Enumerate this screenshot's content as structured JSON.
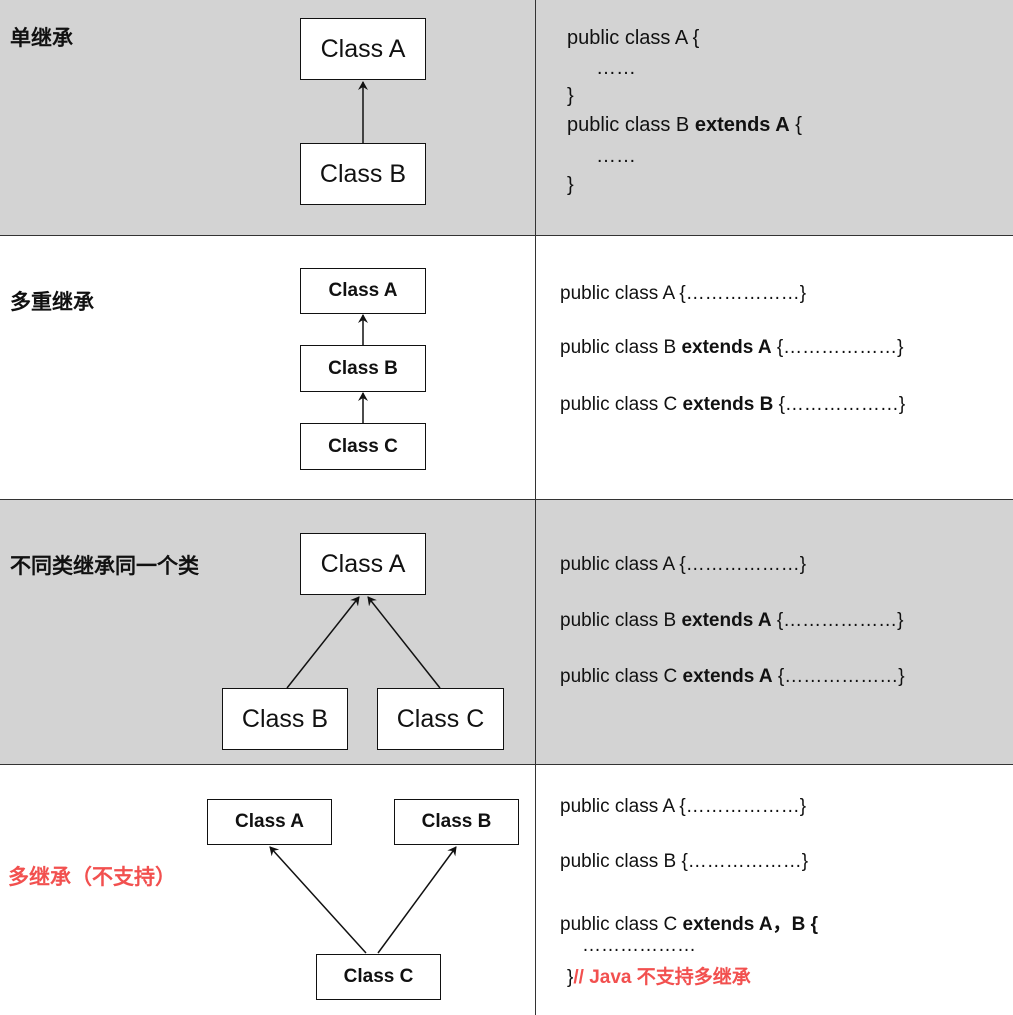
{
  "sections": [
    {
      "title": "单继承",
      "boxes": [
        "Class A",
        "Class B"
      ],
      "code": {
        "l1": "public class A {",
        "l2": "……",
        "l3": "}",
        "l4a": "public class B ",
        "l4b": "extends A",
        "l4c": " {",
        "l5": "……",
        "l6": "}"
      }
    },
    {
      "title": "多重继承",
      "boxes": [
        "Class A",
        "Class B",
        "Class C"
      ],
      "code": {
        "l1": "public class A {………………}",
        "l2a": "public class B ",
        "l2b": "extends A",
        "l2c": " {………………}",
        "l3a": "public class C ",
        "l3b": "extends B",
        "l3c": " {………………}"
      }
    },
    {
      "title": "不同类继承同一个类",
      "boxes": [
        "Class A",
        "Class B",
        "Class C"
      ],
      "code": {
        "l1": "public class A {………………}",
        "l2a": "public class B ",
        "l2b": "extends A",
        "l2c": " {………………}",
        "l3a": "public class C ",
        "l3b": "extends A",
        "l3c": " {………………}"
      }
    },
    {
      "title": "多继承（不支持）",
      "boxes": [
        "Class A",
        "Class B",
        "Class C"
      ],
      "code": {
        "l1": "public class A {………………}",
        "l2": "public class B {………………}",
        "l3a": "public class C ",
        "l3b": "extends A，B {",
        "l4": "………………",
        "l5a": "}",
        "l5b": "// Java 不支持多继承"
      }
    }
  ],
  "colors": {
    "panel_gray": "#d3d3d3",
    "highlight_red": "#f2504f"
  }
}
